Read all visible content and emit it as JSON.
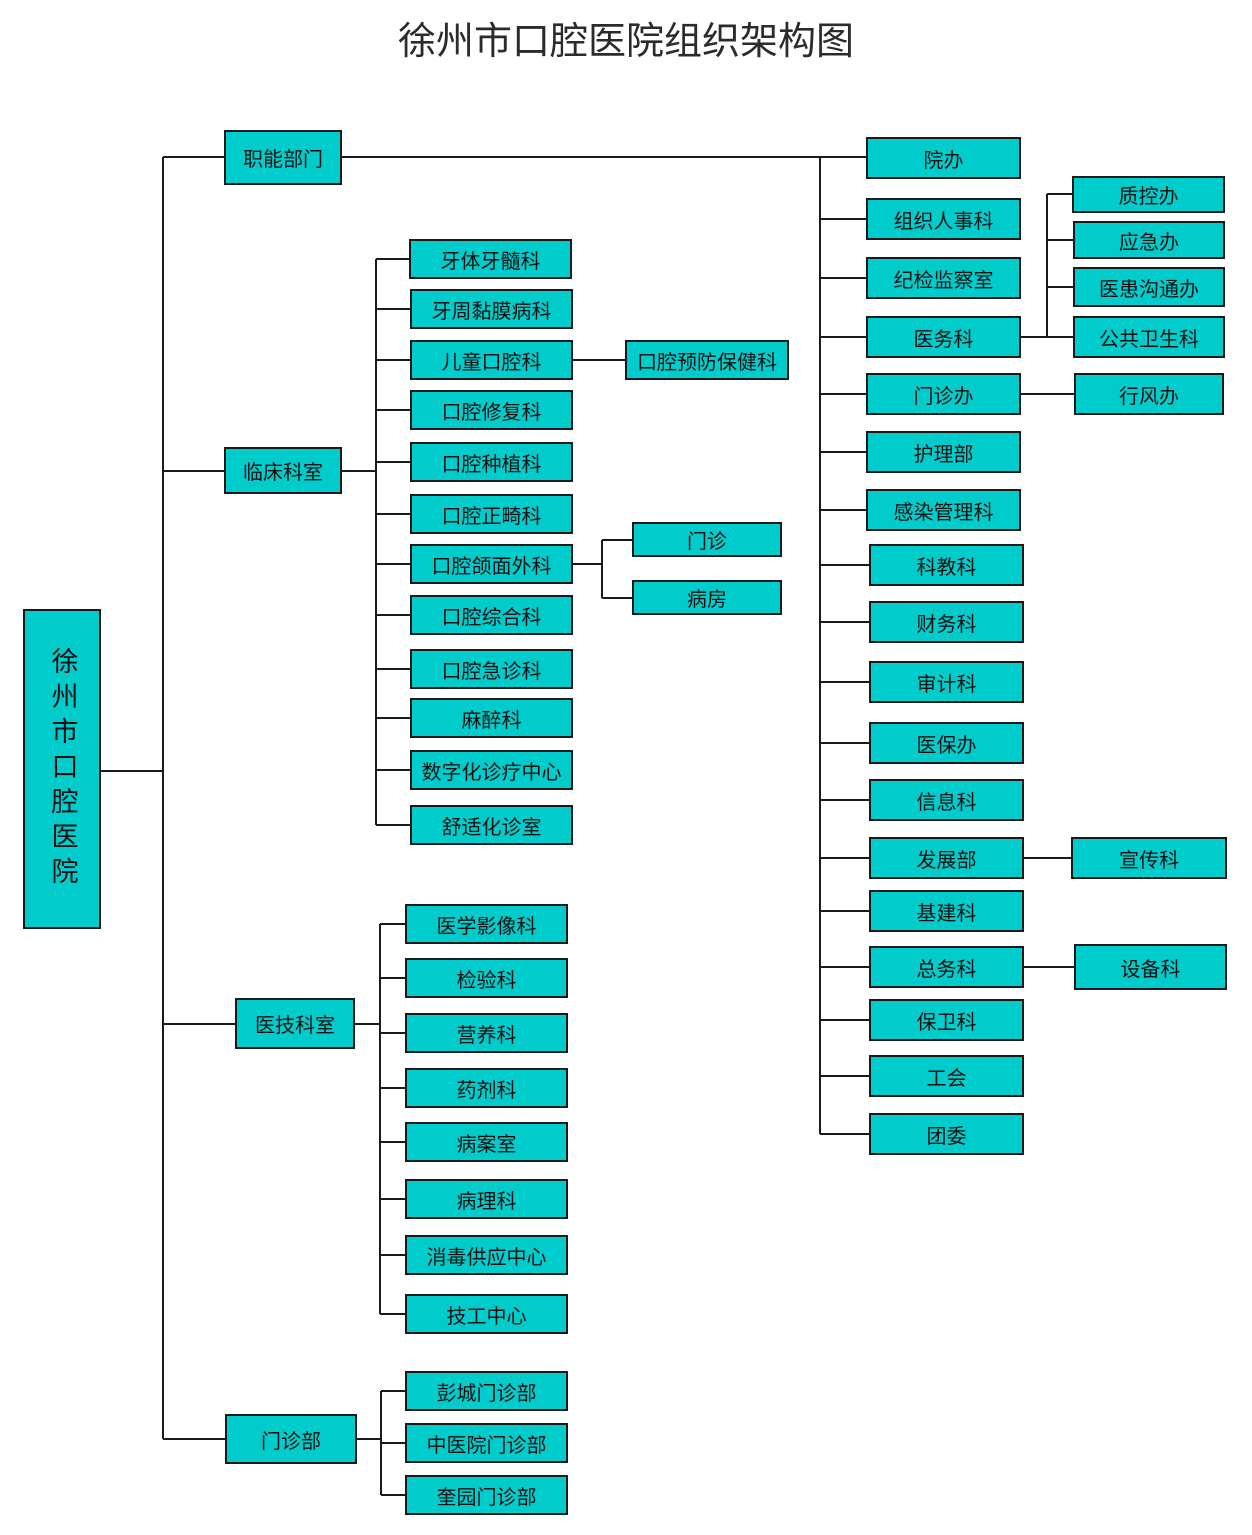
{
  "title": "徐州市口腔医院组织架构图",
  "root": "徐州市口腔医院",
  "branches": {
    "functional": "职能部门",
    "clinical": "临床科室",
    "medtech": "医技科室",
    "outpatient": "门诊部"
  },
  "clinical": [
    "牙体牙髓科",
    "牙周黏膜病科",
    "儿童口腔科",
    "口腔修复科",
    "口腔种植科",
    "口腔正畸科",
    "口腔颌面外科",
    "口腔综合科",
    "口腔急诊科",
    "麻醉科",
    "数字化诊疗中心",
    "舒适化诊室"
  ],
  "clinical_sub": {
    "pediatric": "口腔预防保健科",
    "maxillofacial": [
      "门诊",
      "病房"
    ]
  },
  "medtech": [
    "医学影像科",
    "检验科",
    "营养科",
    "药剂科",
    "病案室",
    "病理科",
    "消毒供应中心",
    "技工中心"
  ],
  "outpatient": [
    "彭城门诊部",
    "中医院门诊部",
    "奎园门诊部"
  ],
  "functional": [
    "院办",
    "组织人事科",
    "纪检监察室",
    "医务科",
    "门诊办",
    "护理部",
    "感染管理科",
    "科教科",
    "财务科",
    "审计科",
    "医保办",
    "信息科",
    "发展部",
    "基建科",
    "总务科",
    "保卫科",
    "工会",
    "团委"
  ],
  "functional_sub": {
    "medical_affairs": [
      "质控办",
      "应急办",
      "医患沟通办",
      "公共卫生科"
    ],
    "outpatient_office": "行风办",
    "development": "宣传科",
    "general_affairs": "设备科"
  },
  "colors": {
    "box": "#00cccc",
    "line": "#1a1a1a"
  }
}
